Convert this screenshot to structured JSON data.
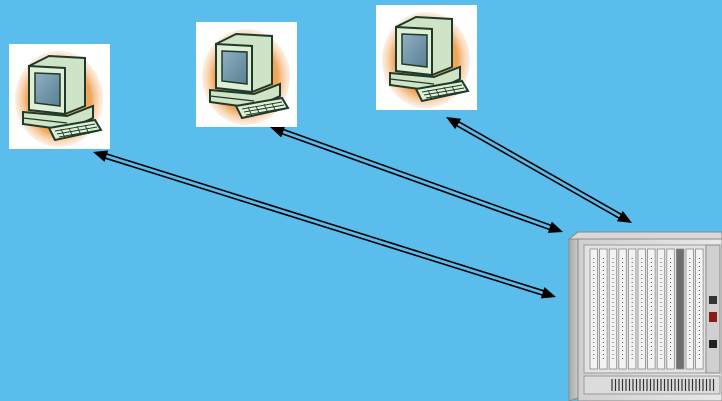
{
  "background_color": "#5bbdeb",
  "link_color": "#000000",
  "nodes": [
    {
      "id": "computer-1",
      "icon": "desktop-computer-icon"
    },
    {
      "id": "computer-2",
      "icon": "desktop-computer-icon"
    },
    {
      "id": "computer-3",
      "icon": "desktop-computer-icon"
    },
    {
      "id": "server-rack",
      "icon": "server-rack-icon"
    }
  ],
  "links": [
    {
      "from": "computer-1",
      "to": "server-rack",
      "style": "double-line bidirectional arrow"
    },
    {
      "from": "computer-2",
      "to": "server-rack",
      "style": "double-line bidirectional arrow"
    },
    {
      "from": "computer-3",
      "to": "server-rack",
      "style": "double-line bidirectional arrow"
    }
  ]
}
